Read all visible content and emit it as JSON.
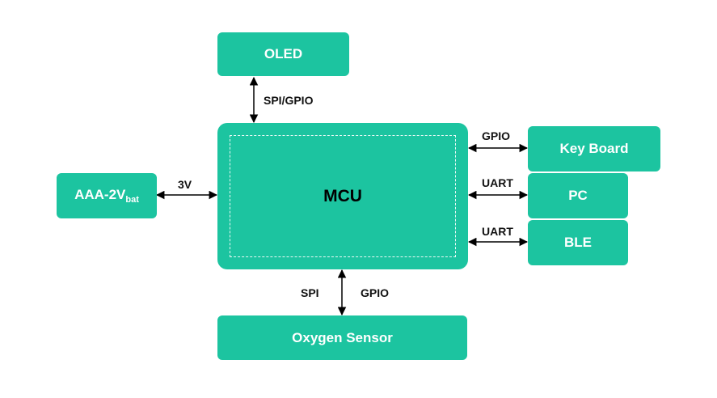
{
  "blocks": {
    "oled": "OLED",
    "mcu": "MCU",
    "battery": {
      "main": "AAA-2V",
      "sub": "bat"
    },
    "keyboard": "Key Board",
    "pc": "PC",
    "ble": "BLE",
    "oxygen_sensor": "Oxygen Sensor"
  },
  "connections": {
    "oled_mcu": "SPI/GPIO",
    "battery_mcu": "3V",
    "mcu_keyboard": "GPIO",
    "mcu_pc": "UART",
    "mcu_ble": "UART",
    "sensor_spi": "SPI",
    "sensor_gpio": "GPIO"
  },
  "colors": {
    "block": "#1cc4a0",
    "block_text": "#ffffff",
    "arrow": "#000000"
  }
}
